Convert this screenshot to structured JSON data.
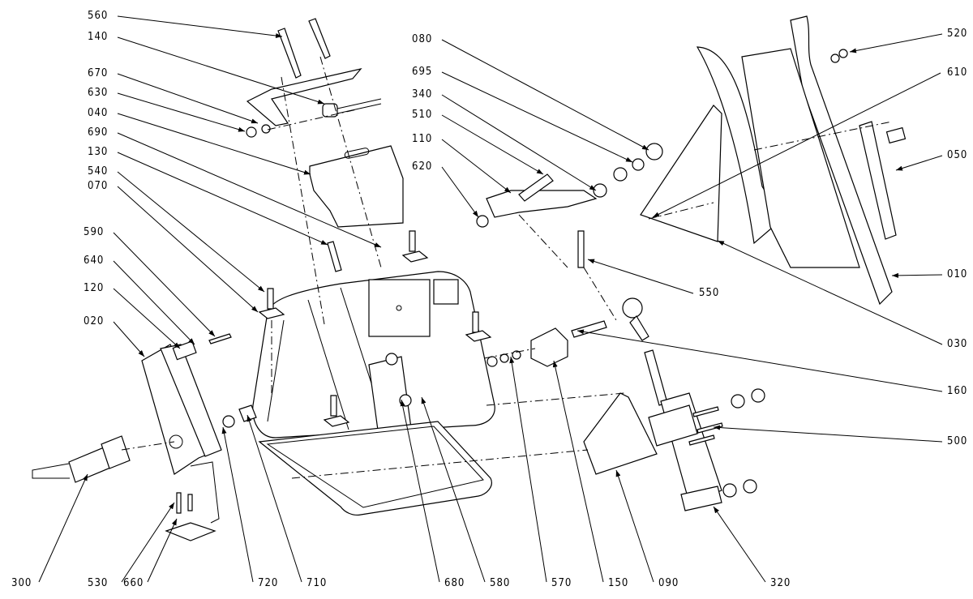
{
  "title": "Exploded assembly drawing",
  "callouts": [
    "560",
    "140",
    "670",
    "630",
    "040",
    "690",
    "130",
    "540",
    "070",
    "590",
    "640",
    "120",
    "020",
    "080",
    "695",
    "340",
    "510",
    "110",
    "620",
    "520",
    "610",
    "050",
    "010",
    "030",
    "160",
    "500",
    "550",
    "300",
    "530",
    "660",
    "720",
    "710",
    "680",
    "580",
    "570",
    "150",
    "090",
    "320"
  ]
}
